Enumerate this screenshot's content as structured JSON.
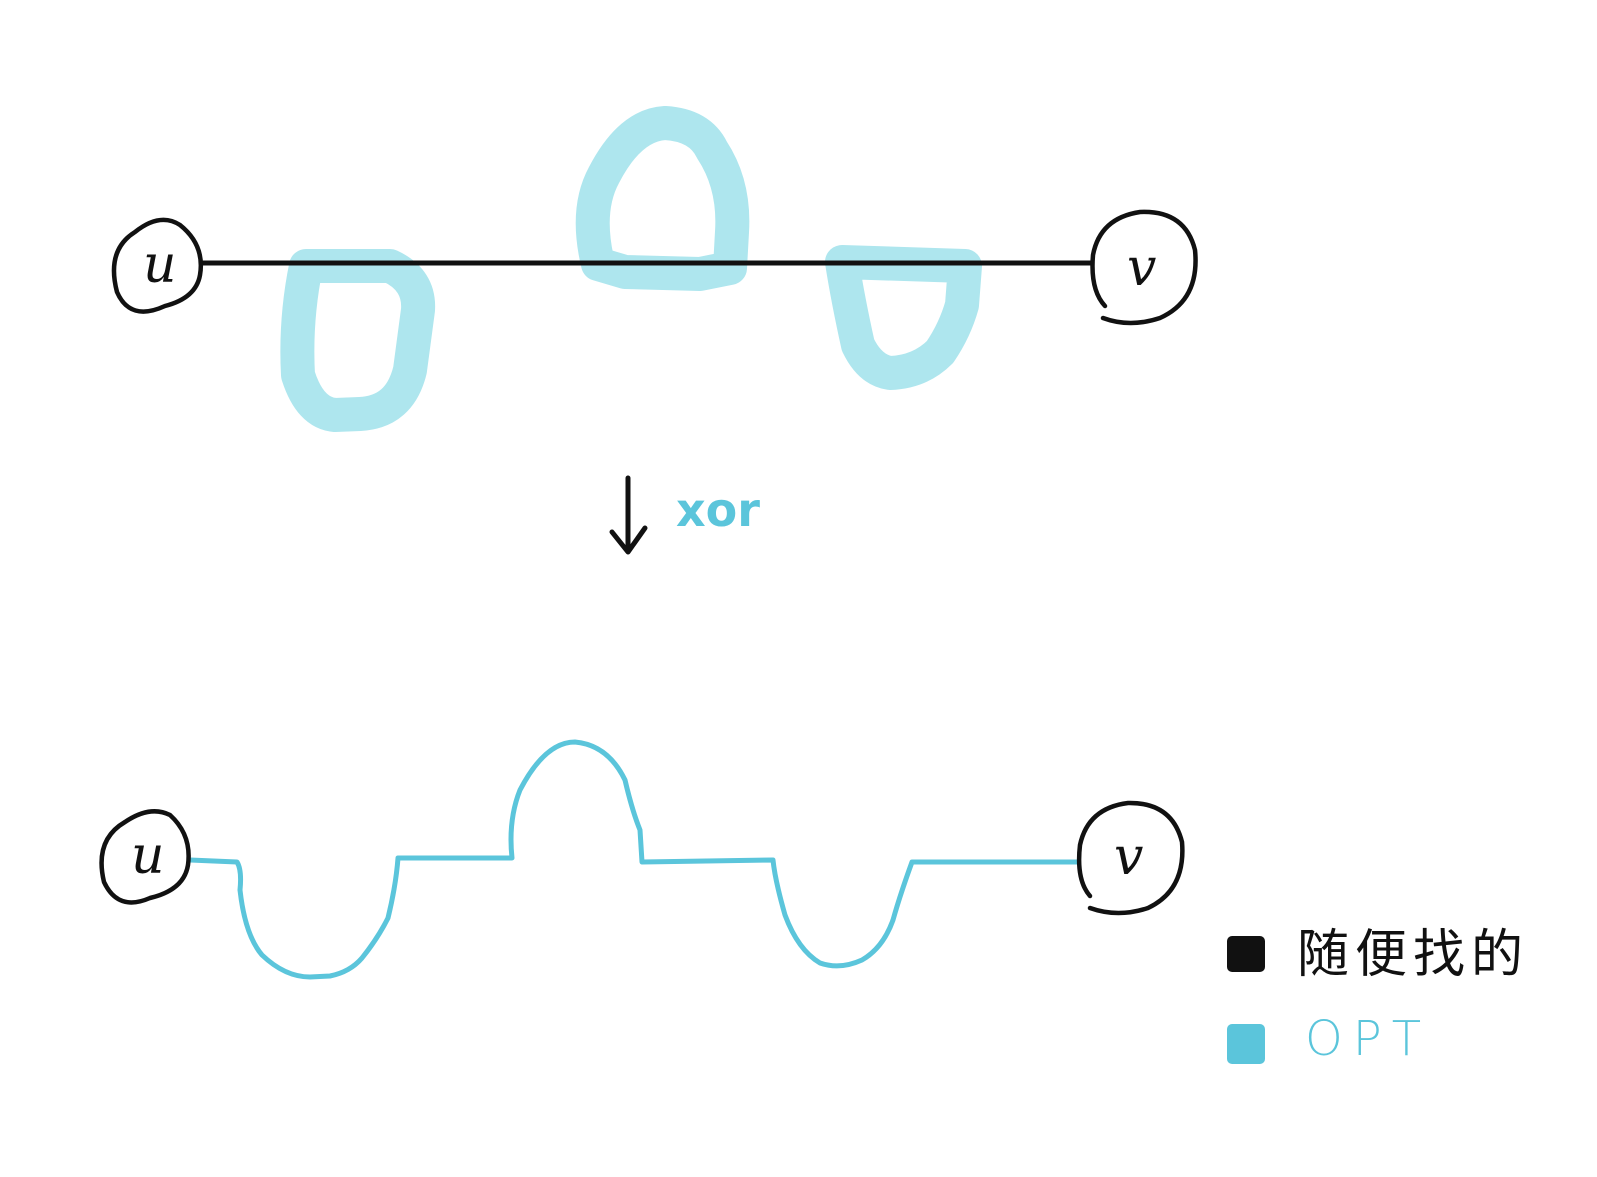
{
  "colors": {
    "ink": "#111111",
    "opt": "#5BC5DB",
    "opt_light": "#AEE6EE"
  },
  "top_diagram": {
    "node_u_label": "u",
    "node_v_label": "v"
  },
  "transform": {
    "arrow_icon": "down-arrow-icon",
    "label": "xor"
  },
  "bottom_diagram": {
    "node_u_label": "u",
    "node_v_label": "v"
  },
  "legend": {
    "items": [
      {
        "label": "随便找的",
        "color": "#111111"
      },
      {
        "label": "OPT",
        "color": "#5BC5DB"
      }
    ]
  }
}
